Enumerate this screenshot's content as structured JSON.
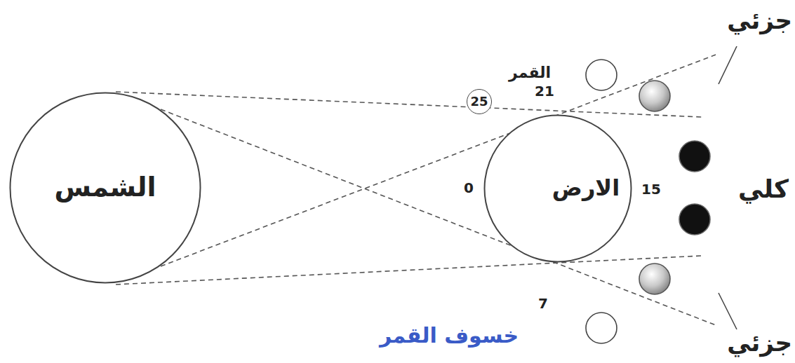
{
  "diagram": {
    "caption": "خسوف القمر",
    "nodes": [
      {
        "text": [
          "الشمس"
        ]
      },
      {
        "text": [
          "الارض"
        ]
      },
      {
        "text": [
          "25"
        ]
      }
    ],
    "labels": [
      "القمر",
      "21",
      "0",
      "15",
      "7",
      "جزئي",
      "كلي",
      "جزئي"
    ]
  }
}
